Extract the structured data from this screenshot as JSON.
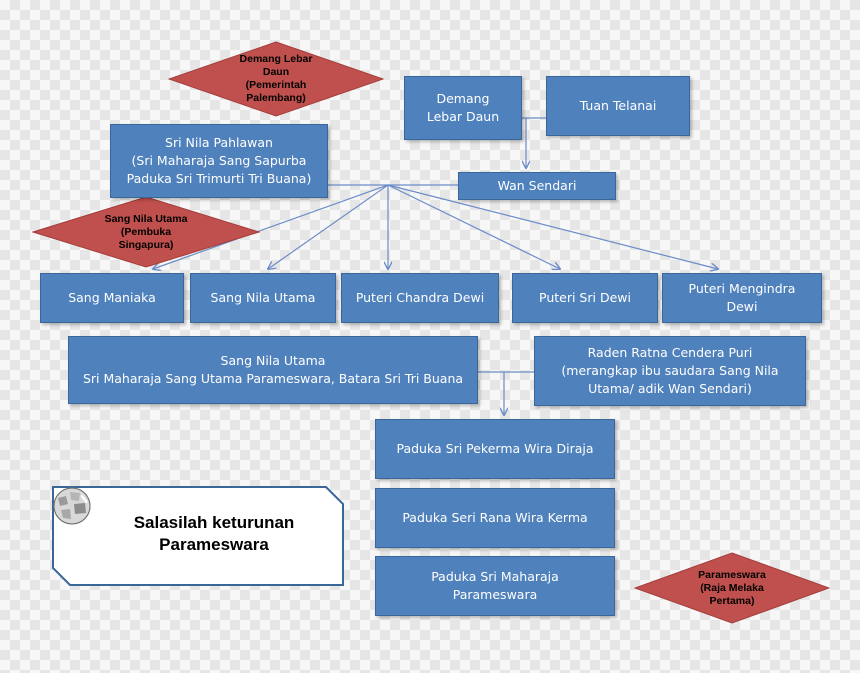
{
  "colors": {
    "box_fill": "#4f81bd",
    "box_border": "#3a6698",
    "diamond_fill": "#c0504d",
    "connector": "#6b8cc8"
  },
  "nodes": {
    "demang_lebar_daun": "Demang\nLebar Daun",
    "tuan_telanai": "Tuan Telanai",
    "wan_sendari": "Wan Sendari",
    "sri_nila_pahlawan": "Sri Nila Pahlawan\n(Sri Maharaja Sang Sapurba\nPaduka Sri Trimurti Tri Buana)",
    "sang_maniaka": "Sang Maniaka",
    "sang_nila_utama_child": "Sang Nila Utama",
    "puteri_chandra_dewi": "Puteri Chandra Dewi",
    "puteri_sri_dewi": "Puteri Sri Dewi",
    "puteri_mengindra_dewi": "Puteri Mengindra\nDewi",
    "sang_nila_utama_main": "Sang Nila Utama\nSri Maharaja Sang Utama Parameswara, Batara Sri Tri Buana",
    "raden_ratna": "Raden Ratna Cendera Puri\n(merangkap ibu saudara Sang Nila\nUtama/ adik Wan Sendari)",
    "pekerma_wira_diraja": "Paduka Sri Pekerma Wira Diraja",
    "rana_wira_kerma": "Paduka Seri Rana Wira Kerma",
    "maharaja_parameswara": "Paduka Sri Maharaja\nParameswara"
  },
  "labels": {
    "demang_palembang": "Demang Lebar\nDaun\n(Pemerintah\nPalembang)",
    "sang_nila_singapura": "Sang Nila Utama\n(Pembuka\nSingapura)",
    "parameswara_melaka": "Parameswara\n(Raja Melaka\nPertama)"
  },
  "title_card": {
    "title": "Salasilah keturunan\nParameswara",
    "icon": "wikipedia-globe-icon"
  }
}
